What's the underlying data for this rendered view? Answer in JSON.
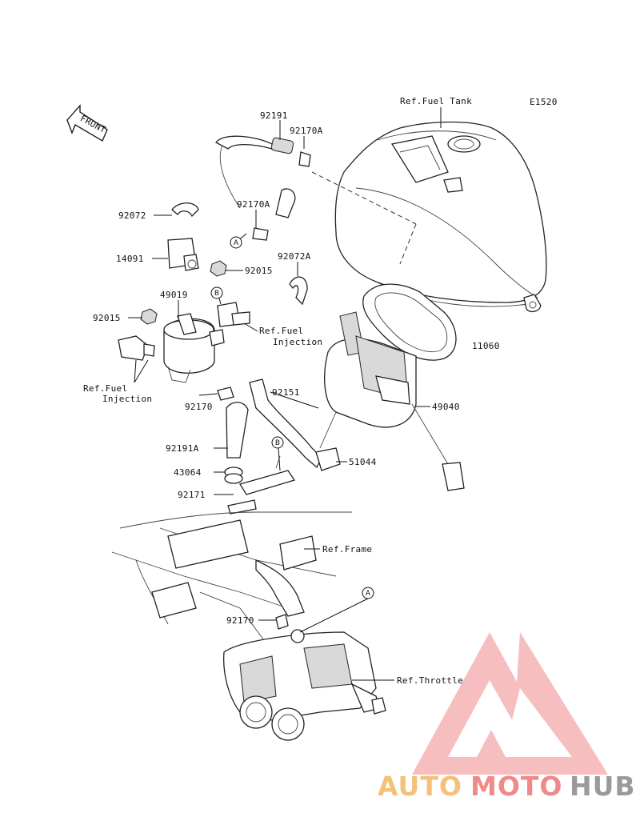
{
  "diagram": {
    "code": "E1520",
    "front_label": "FRONT",
    "callouts": {
      "A": "A",
      "B": "B"
    },
    "part_numbers": {
      "p92191": "92191",
      "p92170A_top": "92170A",
      "p92170A_mid": "92170A",
      "p92072": "92072",
      "p14091": "14091",
      "p92015_top": "92015",
      "p92072A": "92072A",
      "p49019": "49019",
      "p92015_left": "92015",
      "p92170_mid": "92170",
      "p92191A": "92191A",
      "p43064": "43064",
      "p92171": "92171",
      "p11060": "11060",
      "p92151": "92151",
      "p49040": "49040",
      "p51044": "51044",
      "p92170_bottom": "92170"
    },
    "references": {
      "fuel_tank": "Ref.Fuel Tank",
      "fuel_injection_right_1": "Ref.Fuel",
      "fuel_injection_right_2": "Injection",
      "fuel_injection_left_1": "Ref.Fuel",
      "fuel_injection_left_2": "Injection",
      "frame": "Ref.Frame",
      "throttle": "Ref.Throttle"
    }
  },
  "watermark": {
    "part1": "AUTO",
    "part2": "MOTO",
    "part3": "HUB",
    "colors": {
      "auto": "#f4c07a",
      "moto": "#f08a8a",
      "hub": "#9a9a9a",
      "logo": "#f08a8a"
    }
  }
}
